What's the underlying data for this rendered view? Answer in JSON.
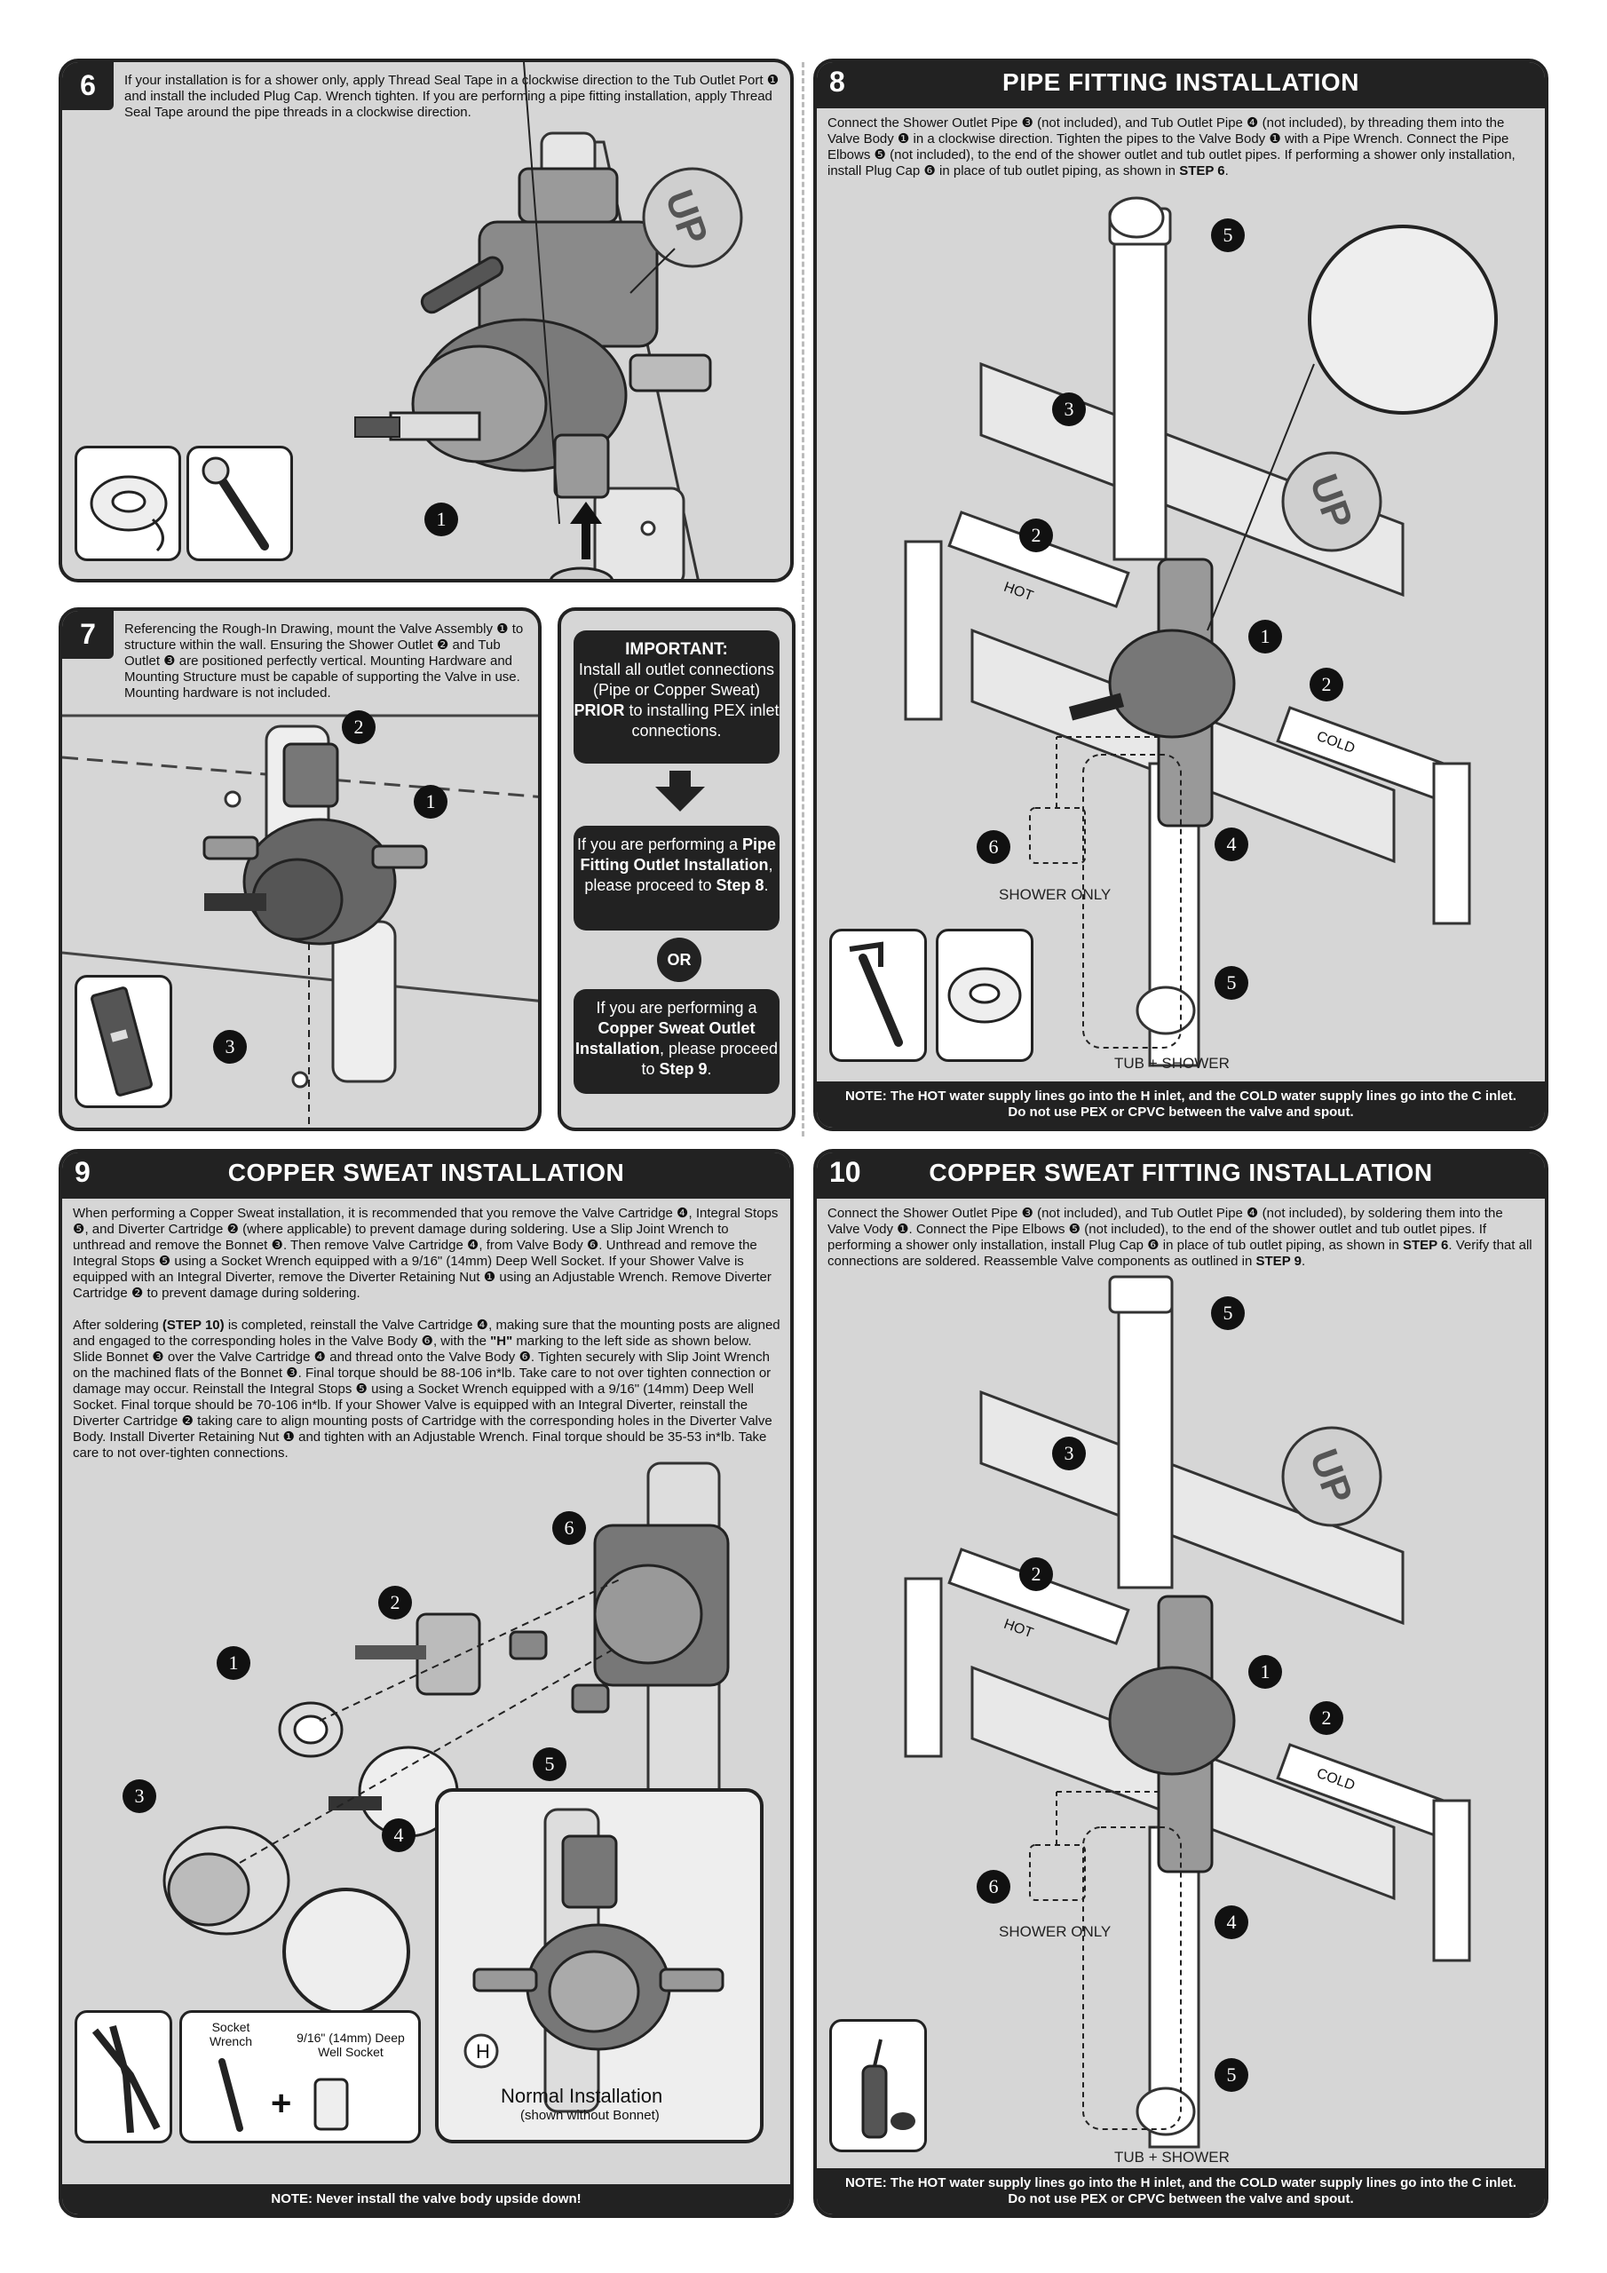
{
  "step6": {
    "num": "6",
    "text": "If your installation is for a shower only, apply Thread Seal Tape in a clockwise direction to the Tub Outlet Port ❶ and install the included Plug Cap. Wrench tighten. If you are performing a pipe fitting installation, apply Thread Seal Tape around the pipe threads in a clockwise direction.",
    "callout": "1",
    "up_label": "UP"
  },
  "step7": {
    "num": "7",
    "text": "Referencing the Rough-In Drawing, mount the Valve Assembly ❶ to structure within the wall. Ensuring the Shower Outlet ❷ and Tub Outlet ❸ are positioned perfectly vertical. Mounting Hardware and Mounting Structure must be capable of supporting the Valve in use. Mounting hardware is not included.",
    "callouts": [
      "2",
      "1",
      "3"
    ]
  },
  "important": {
    "title": "IMPORTANT:",
    "line1": "Install all outlet connections (Pipe or Copper Sweat)",
    "prior": "PRIOR",
    "line2": "to installing PEX inlet connections.",
    "box1_pre": "If you are performing a",
    "box1_bold": "Pipe Fitting Outlet Installation",
    "box1_mid": ", please proceed to",
    "box1_step": "Step 8",
    "or": "OR",
    "box2_pre": "If you are performing a",
    "box2_bold": "Copper Sweat Outlet Installation",
    "box2_mid": ", please proceed to",
    "box2_step": "Step 9"
  },
  "step8": {
    "num": "8",
    "title": "PIPE FITTING INSTALLATION",
    "text_a": "Connect the Shower Outlet Pipe ❸ (not included), and Tub Outlet Pipe ❹ (not included), by threading them into the Valve Body ❶ in a clockwise direction. Tighten the pipes to the Valve Body ❶ with a Pipe Wrench. Connect the Pipe Elbows ❺ (not included), to the end of the shower outlet and tub outlet pipes. If performing a shower only installation, install Plug Cap ❻ in place of tub outlet piping, as shown in",
    "text_step": "STEP 6",
    "text_end": ".",
    "hot": "HOT",
    "cold": "COLD",
    "up_label": "UP",
    "shower_only": "SHOWER ONLY",
    "tub_shower": "TUB + SHOWER",
    "callouts": [
      "5",
      "3",
      "2",
      "1",
      "2",
      "6",
      "4",
      "5"
    ],
    "note": "NOTE: The HOT water supply lines go into the H inlet, and the COLD water supply lines go into the C inlet. Do not use PEX or CPVC between the valve and spout."
  },
  "step9": {
    "num": "9",
    "title": "COPPER SWEAT INSTALLATION",
    "p1": "When performing a Copper Sweat installation, it is recommended that you remove the Valve Cartridge ❹, Integral Stops ❺, and Diverter Cartridge ❷ (where applicable) to prevent damage during soldering. Use a Slip Joint Wrench to unthread and remove the Bonnet ❸. Then remove Valve Cartridge ❹, from Valve Body ❻. Unthread and remove the Integral Stops ❺ using a Socket Wrench equipped with a 9/16\" (14mm) Deep Well Socket. If your Shower Valve is equipped with an Integral Diverter, remove the Diverter Retaining Nut ❶ using an Adjustable Wrench. Remove Diverter Cartridge ❷ to prevent damage during soldering.",
    "p2_a": "After soldering",
    "p2_step": "(STEP 10)",
    "p2_b": "is completed, reinstall the Valve Cartridge ❹, making sure that the mounting posts are aligned and engaged to the corresponding holes in the Valve Body ❻, with the",
    "p2_h": "\"H\"",
    "p2_c": "marking to the left side as shown below. Slide Bonnet ❸ over the Valve Cartridge ❹ and thread onto the Valve Body ❻. Tighten securely with Slip Joint Wrench on the machined flats of the Bonnet ❸. Final torque should be 88-106 in*lb. Take care to not over tighten connection or damage may occur. Reinstall the Integral Stops ❺ using a Socket Wrench equipped with a 9/16\" (14mm) Deep Well Socket. Final torque should be 70-106 in*lb. If your Shower Valve is equipped with an Integral Diverter, reinstall the Diverter Cartridge ❷ taking care to align mounting posts of Cartridge with the corresponding holes in the Diverter Valve Body. Install Diverter Retaining Nut ❶ and tighten with an Adjustable Wrench. Final torque should be 35-53 in*lb. Take care to not over-tighten connections.",
    "callouts": [
      "6",
      "2",
      "1",
      "5",
      "3",
      "4"
    ],
    "socket_wrench": "Socket Wrench",
    "deep_socket": "9/16\" (14mm) Deep Well Socket",
    "plus": "+",
    "h_mark": "H",
    "normal": "Normal Installation",
    "normal_sub": "(shown without Bonnet)",
    "note": "NOTE: Never install the valve body upside down!"
  },
  "step10": {
    "num": "10",
    "title": "COPPER SWEAT FITTING INSTALLATION",
    "text_a": "Connect the Shower Outlet Pipe ❸ (not included), and Tub Outlet Pipe ❹ (not included), by soldering them into the Valve Vody ❶. Connect the Pipe Elbows ❺ (not included), to the end of the shower outlet and tub outlet pipes. If performing a shower only installation, install Plug Cap ❻ in place of tub outlet piping, as shown in",
    "text_step": "STEP 6",
    "text_b": ". Verify that all connections are soldered. Reassemble Valve components as outlined in",
    "text_step2": "STEP 9",
    "text_end": ".",
    "hot": "HOT",
    "cold": "COLD",
    "up_label": "UP",
    "shower_only": "SHOWER ONLY",
    "tub_shower": "TUB + SHOWER",
    "callouts": [
      "5",
      "3",
      "2",
      "1",
      "2",
      "6",
      "4",
      "5"
    ],
    "note": "NOTE: The HOT water supply lines go into the H inlet, and the COLD water supply lines go into the C inlet. Do not use PEX or CPVC between the valve and spout."
  }
}
